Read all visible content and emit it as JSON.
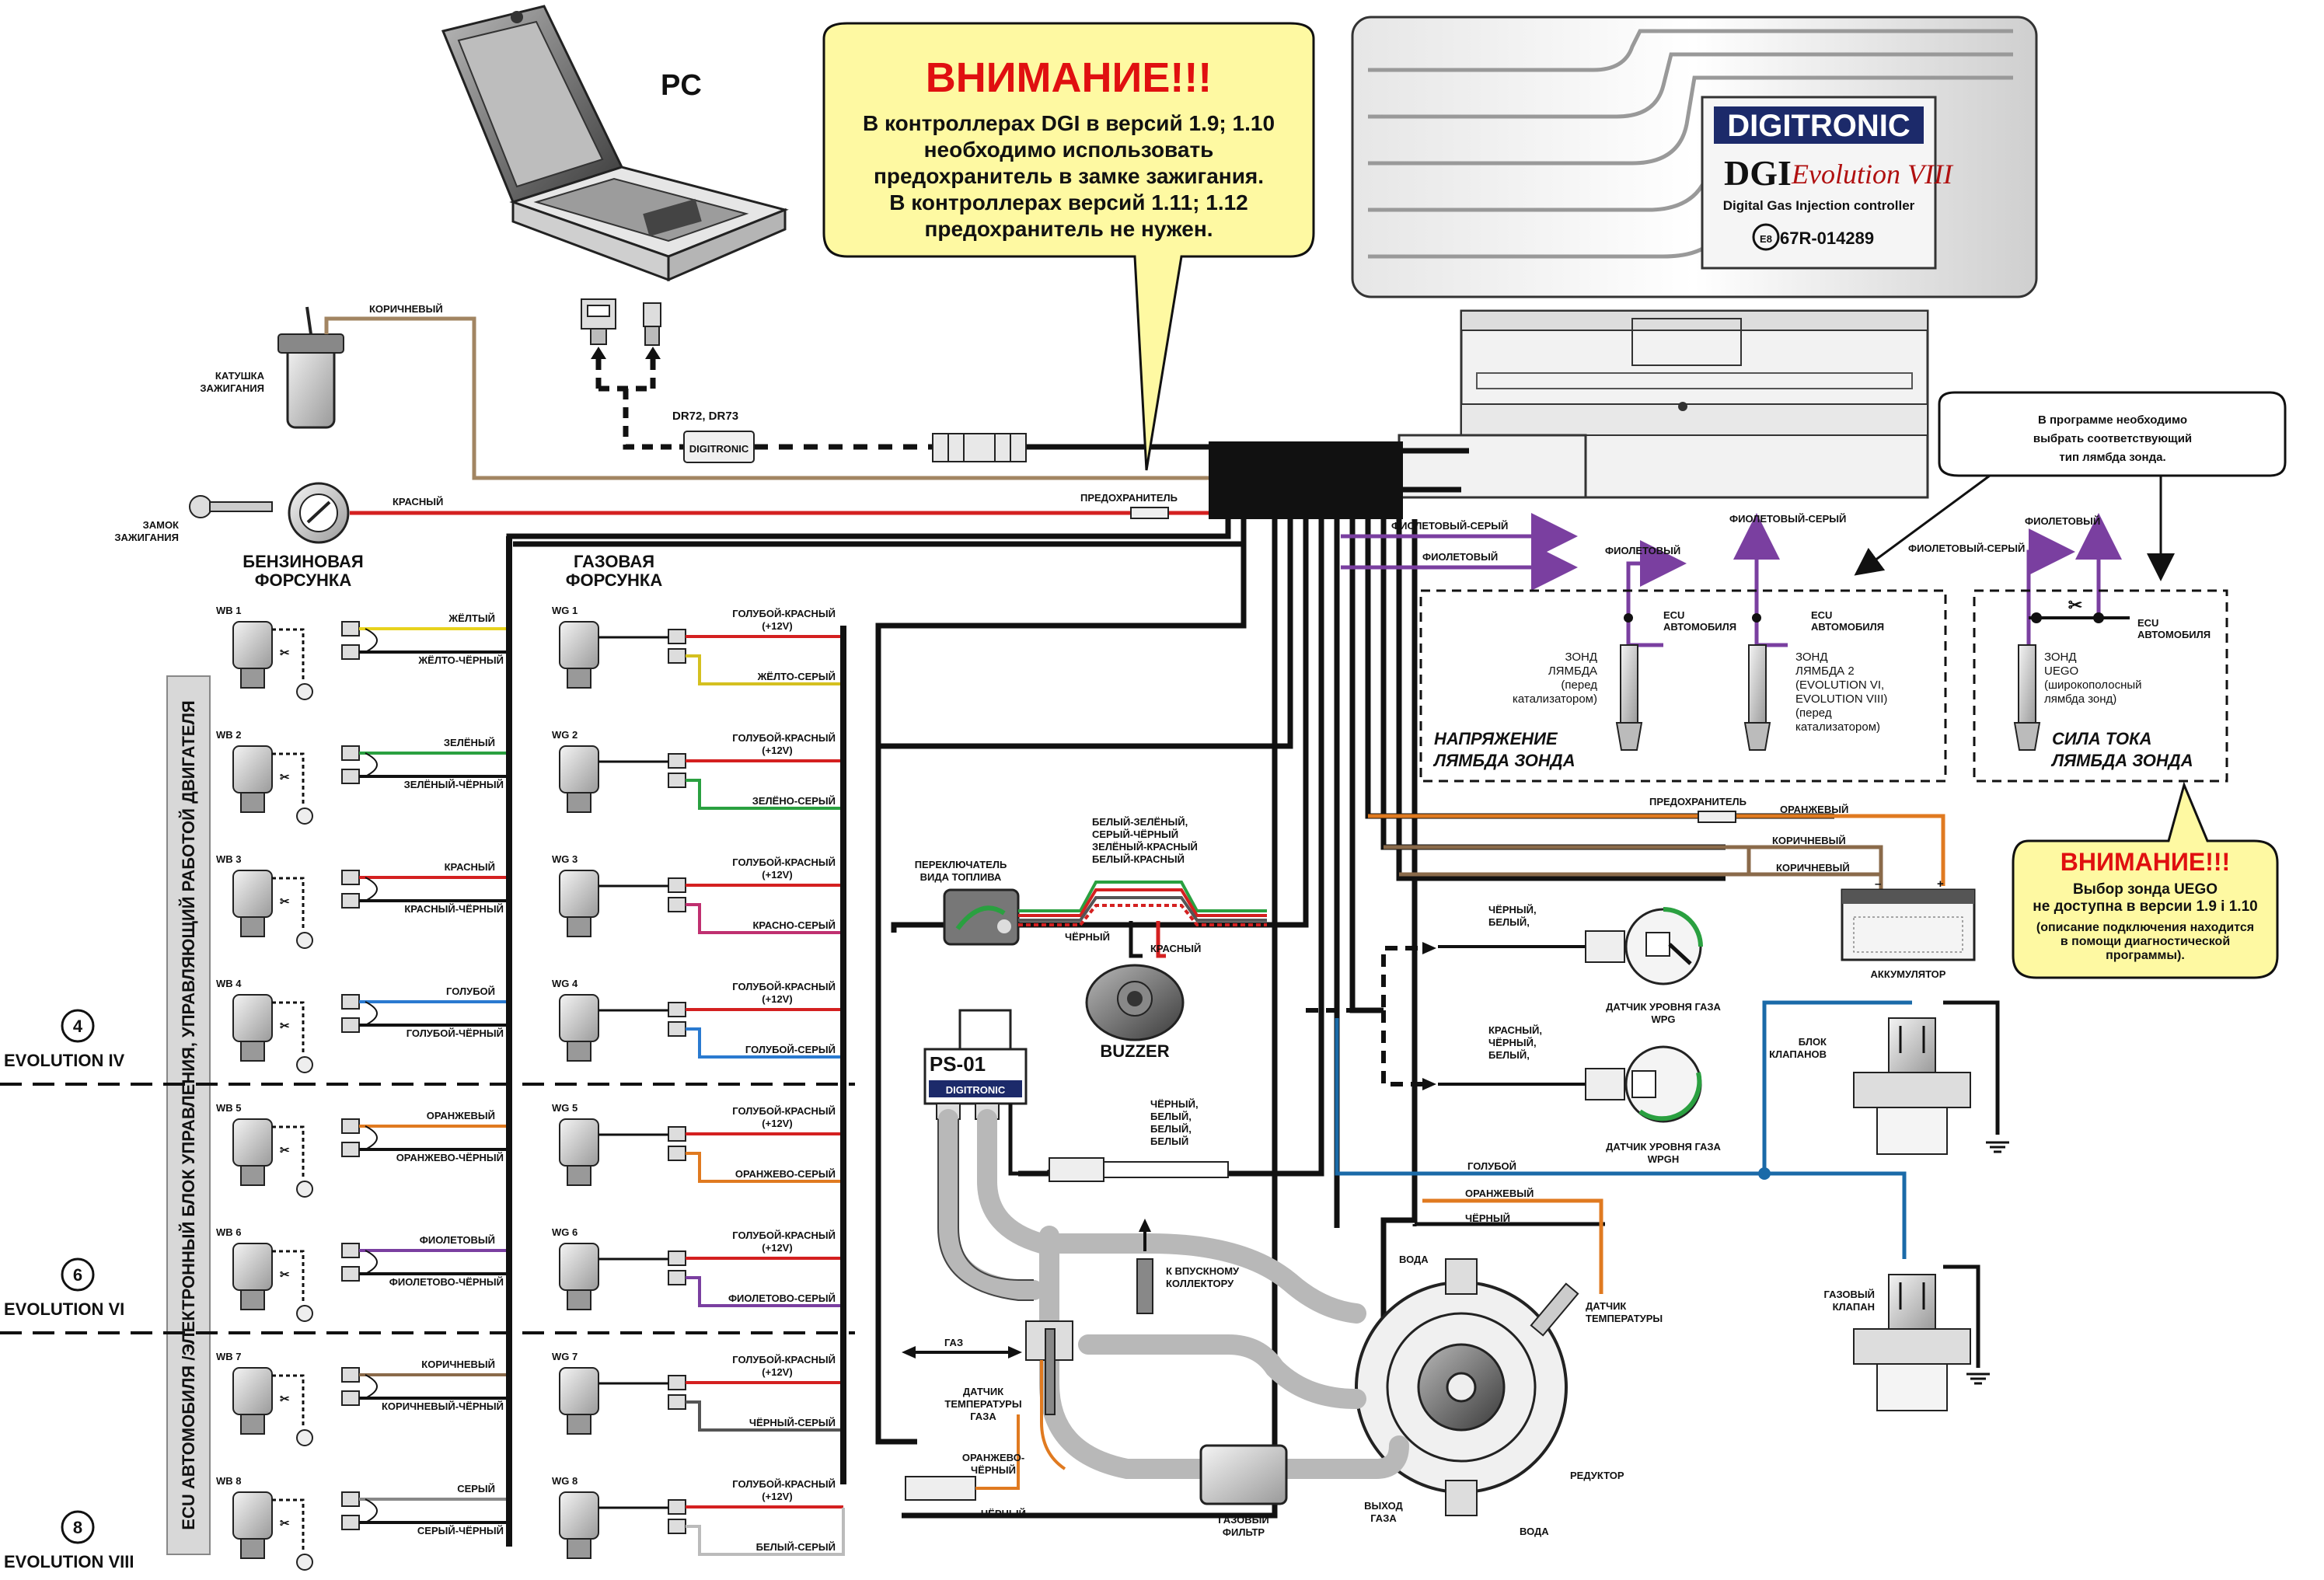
{
  "pc": {
    "label": "PC"
  },
  "interface": {
    "label": "DR72, DR73",
    "brand": "DIGITRONIC"
  },
  "warning_top": {
    "title": "ВНИМАНИЕ!!!",
    "lines": [
      "В контроллерах DGI в версий 1.9; 1.10",
      "необходимо использовать",
      "предохранитель в замке зажигания.",
      "В контроллерах версий 1.11; 1.12",
      "предохранитель не нужен."
    ]
  },
  "controller": {
    "brand": "DIGITRONIC",
    "model": "DGI",
    "series": "Evolution VIII",
    "subtitle": "Digital Gas Injection controller",
    "cert_mark": "E8",
    "cert": "67R-014289"
  },
  "ignition": {
    "coil_label": [
      "КАТУШКА",
      "ЗАЖИГАНИЯ"
    ],
    "coil_wire": "КОРИЧНЕВЫЙ",
    "lock_label": [
      "ЗАМОК",
      "ЗАЖИГАНИЯ"
    ],
    "lock_wire": "КРАСНЫЙ",
    "fuse": "ПРЕДОХРАНИТЕЛЬ"
  },
  "injectors": {
    "petrol_title": [
      "БЕНЗИНОВАЯ",
      "ФОРСУНКА"
    ],
    "gas_title": [
      "ГАЗОВАЯ",
      "ФОРСУНКА"
    ],
    "ecu_label": "ECU АВТОМОБИЛЯ /ЭЛЕКТРОННЫЙ БЛОК УПРАВЛЕНИЯ, УПРАВЛЯЮЩИЙ РАБОТОЙ ДВИГАТЕЛЯ",
    "petrol": [
      {
        "id": "WB 1",
        "w1": "ЖЁЛТЫЙ",
        "w2": "ЖЁЛТО-ЧЁРНЫЙ"
      },
      {
        "id": "WB 2",
        "w1": "ЗЕЛЁНЫЙ",
        "w2": "ЗЕЛЁНЫЙ-ЧЁРНЫЙ"
      },
      {
        "id": "WB 3",
        "w1": "КРАСНЫЙ",
        "w2": "КРАСНЫЙ-ЧЁРНЫЙ"
      },
      {
        "id": "WB 4",
        "w1": "ГОЛУБОЙ",
        "w2": "ГОЛУБОЙ-ЧЁРНЫЙ"
      },
      {
        "id": "WB 5",
        "w1": "ОРАНЖЕВЫЙ",
        "w2": "ОРАНЖЕВО-ЧЁРНЫЙ"
      },
      {
        "id": "WB 6",
        "w1": "ФИОЛЕТОВЫЙ",
        "w2": "ФИОЛЕТОВО-ЧЁРНЫЙ"
      },
      {
        "id": "WB 7",
        "w1": "КОРИЧНЕВЫЙ",
        "w2": "КОРИЧНЕВЫЙ-ЧЁРНЫЙ"
      },
      {
        "id": "WB 8",
        "w1": "СЕРЫЙ",
        "w2": "СЕРЫЙ-ЧЁРНЫЙ"
      }
    ],
    "gas": [
      {
        "id": "WG 1",
        "w1": "ГОЛУБОЙ-КРАСНЫЙ",
        "v": "(+12V)",
        "w2": "ЖЁЛТО-СЕРЫЙ"
      },
      {
        "id": "WG 2",
        "w1": "ГОЛУБОЙ-КРАСНЫЙ",
        "v": "(+12V)",
        "w2": "ЗЕЛЁНО-СЕРЫЙ"
      },
      {
        "id": "WG 3",
        "w1": "ГОЛУБОЙ-КРАСНЫЙ",
        "v": "(+12V)",
        "w2": "КРАСНО-СЕРЫЙ"
      },
      {
        "id": "WG 4",
        "w1": "ГОЛУБОЙ-КРАСНЫЙ",
        "v": "(+12V)",
        "w2": "ГОЛУБОЙ-СЕРЫЙ"
      },
      {
        "id": "WG 5",
        "w1": "ГОЛУБОЙ-КРАСНЫЙ",
        "v": "(+12V)",
        "w2": "ОРАНЖЕВО-СЕРЫЙ"
      },
      {
        "id": "WG 6",
        "w1": "ГОЛУБОЙ-КРАСНЫЙ",
        "v": "(+12V)",
        "w2": "ФИОЛЕТОВО-СЕРЫЙ"
      },
      {
        "id": "WG 7",
        "w1": "ГОЛУБОЙ-КРАСНЫЙ",
        "v": "(+12V)",
        "w2": "ЧЁРНЫЙ-СЕРЫЙ"
      },
      {
        "id": "WG 8",
        "w1": "ГОЛУБОЙ-КРАСНЫЙ",
        "v": "(+12V)",
        "w2": "БЕЛЫЙ-СЕРЫЙ"
      }
    ],
    "cyl_marks": [
      {
        "num": "4",
        "name": "EVOLUTION IV"
      },
      {
        "num": "6",
        "name": "EVOLUTION VI"
      },
      {
        "num": "8",
        "name": "EVOLUTION VIII"
      }
    ]
  },
  "lambda": {
    "note": [
      "В программе необходимо",
      "выбрать соответствующий",
      "тип лямбда зонда."
    ],
    "wire_vs": "ФИОЛЕТОВЫЙ-СЕРЫЙ",
    "wire_v": "ФИОЛЕТОВЫЙ",
    "wire_v2": "ФИОЛЕТОВЫЙ",
    "wire_vs2": "ФИОЛЕТОВЫЙ-СЕРЫЙ",
    "wire_vs3": "ФИОЛЕТОВЫЙ-СЕРЫЙ",
    "wire_v3": "ФИОЛЕТОВЫЙ",
    "ecu": [
      "ECU",
      "АВТОМОБИЛЯ"
    ],
    "probe1": [
      "ЗОНД",
      "ЛЯМБДА",
      "(перед",
      "катализатором)"
    ],
    "probe2": [
      "ЗОНД",
      "ЛЯМБДА 2",
      "(EVOLUTION VI,",
      "EVOLUTION VIII)",
      "(перед",
      "катализатором)"
    ],
    "probe3": [
      "ЗОНД",
      "UEGO",
      "(широкополосный",
      "лямбда зонд)"
    ],
    "voltage_title": [
      "НАПРЯЖЕНИЕ",
      "ЛЯМБДА ЗОНДА"
    ],
    "current_title": [
      "СИЛА ТОКА",
      "ЛЯМБДА ЗОНДА"
    ]
  },
  "warning_bottom": {
    "title": "ВНИМАНИЕ!!!",
    "lines": [
      "Выбор зонда UEGO",
      "не доступна в версии 1.9 і 1.10"
    ],
    "small": [
      "(описание подключения находится",
      "в помощи диагностической",
      "программы)."
    ]
  },
  "power": {
    "fuse": "ПРЕДОХРАНИТЕЛЬ",
    "orange": "ОРАНЖЕВЫЙ",
    "brown1": "КОРИЧНЕВЫЙ",
    "brown2": "КОРИЧНЕВЫЙ",
    "battery": "АККУМУЛЯТОР",
    "minus": "–",
    "plus": "+"
  },
  "fuel_switch": {
    "label": [
      "ПЕРЕКЛЮЧАТЕЛЬ",
      "ВИДА ТОПЛИВА"
    ],
    "wires": [
      "БЕЛЫЙ-ЗЕЛЁНЫЙ,",
      "СЕРЫЙ-ЧЁРНЫЙ",
      "ЗЕЛЁНЫЙ-КРАСНЫЙ",
      "БЕЛЫЙ-КРАСНЫЙ"
    ],
    "black": "ЧЁРНЫЙ",
    "red": "КРАСНЫЙ",
    "buzzer": "BUZZER"
  },
  "level_sensors": {
    "wires1": [
      "ЧЁРНЫЙ,",
      "БЕЛЫЙ,"
    ],
    "wires2": [
      "КРАСНЫЙ,",
      "ЧЁРНЫЙ,",
      "БЕЛЫЙ,"
    ],
    "wpg": [
      "ДАТЧИК УРОВНЯ ГАЗА",
      "WPG"
    ],
    "wpgh": [
      "ДАТЧИК УРОВНЯ ГАЗА",
      "WPGH"
    ]
  },
  "valves": {
    "block": [
      "БЛОК",
      "КЛАПАНОВ"
    ],
    "gas": [
      "ГАЗОВЫЙ",
      "КЛАПАН"
    ],
    "blue": "ГОЛУБОЙ"
  },
  "ps01": {
    "name": "PS-01",
    "brand": "DIGITRONIC",
    "wires": [
      "ЧЁРНЫЙ,",
      "БЕЛЫЙ,",
      "БЕЛЫЙ,",
      "БЕЛЫЙ"
    ]
  },
  "reducer": {
    "orange": "ОРАНЖЕВЫЙ",
    "black": "ЧЁРНЫЙ",
    "water1": "ВОДА",
    "water2": "ВОДА",
    "temp": [
      "ДАТЧИК",
      "ТЕМПЕРАТУРЫ"
    ],
    "reducer": "РЕДУКТОР",
    "gas_out": [
      "ВЫХОД",
      "ГАЗА"
    ],
    "filter": [
      "ГАЗОВЫЙ",
      "ФИЛЬТР"
    ],
    "intake": [
      "К ВПУСКНОМУ",
      "КОЛЛЕКТОРУ"
    ],
    "gas": "ГАЗ",
    "gas_temp": [
      "ДАТЧИК",
      "ТЕМПЕРАТУРЫ",
      "ГАЗА"
    ],
    "ob_wire": [
      "ОРАНЖЕВО-",
      "ЧЁРНЫЙ"
    ],
    "black_bottom": "ЧЁРНЫЙ"
  }
}
